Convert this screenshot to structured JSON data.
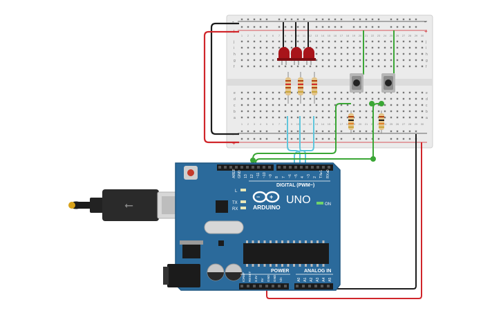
{
  "breadboard": {
    "rail_minus": "-",
    "rail_plus": "+",
    "rows_top": [
      "j",
      "i",
      "h",
      "g",
      "f"
    ],
    "rows_bottom": [
      "e",
      "d",
      "c",
      "b",
      "a"
    ],
    "column_numbers": [
      "1",
      "2",
      "3",
      "4",
      "5",
      "6",
      "7",
      "8",
      "9",
      "10",
      "11",
      "12",
      "13",
      "14",
      "15",
      "16",
      "17",
      "18",
      "19",
      "20",
      "21",
      "22",
      "23",
      "24",
      "25",
      "26",
      "27",
      "28",
      "29",
      "30"
    ]
  },
  "arduino": {
    "brand": "ARDUINO",
    "model": "UNO",
    "digital_label": "DIGITAL (PWM~)",
    "power_label": "POWER",
    "analog_label": "ANALOG IN",
    "on_label": "ON",
    "led_l": "L",
    "led_tx": "TX",
    "led_rx": "RX",
    "top_pins": [
      "AREF",
      "GND",
      "13",
      "12",
      "~11",
      "~10",
      "~9",
      "8",
      "7",
      "~6",
      "~5",
      "4",
      "~3",
      "2",
      "TX▸1",
      "RX◂0"
    ],
    "power_pins": [
      "IOREF",
      "RESET",
      "3.3V",
      "5V",
      "GND",
      "GND",
      "Vin"
    ],
    "analog_pins": [
      "A0",
      "A1",
      "A2",
      "A3",
      "A4",
      "A5"
    ]
  },
  "colors": {
    "board": "#2b6a9b",
    "board_dark": "#1f5680",
    "breadboard": "#e9e9e9",
    "wire_red": "#d0252a",
    "wire_black": "#1b1b1b",
    "wire_green": "#3aa635",
    "wire_cyan": "#5fc6dc",
    "led_red": "#b0161c"
  }
}
